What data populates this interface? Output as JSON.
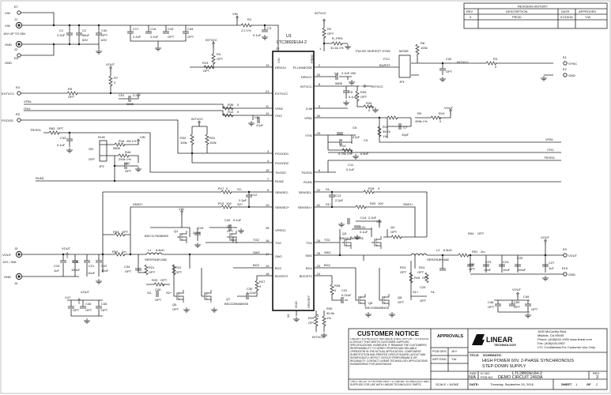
{
  "ic": {
    "ref": "U1",
    "part": "LTC3892EUH-2",
    "top_pins": {
      "vin": "VIN",
      "vin_no": "22",
      "freq": "FREQ",
      "freq_no": "1"
    },
    "bottom_pins": {
      "gnd": "GND",
      "gnd_no": "33",
      "drvset": "DRVSET",
      "drvset_no": "14"
    },
    "left_pins": [
      {
        "no": "13",
        "name": "DRVUV"
      },
      {
        "no": "21",
        "name": "EXTVCC"
      },
      {
        "no": "11",
        "name": "VFB2"
      },
      {
        "no": "12",
        "name": "ITH2"
      },
      {
        "no": "3",
        "name": "PGOOD1"
      },
      {
        "no": "4",
        "name": "PGOOD2"
      },
      {
        "no": "15",
        "name": "TK/SS2"
      },
      {
        "no": "7",
        "name": "RUN2"
      },
      {
        "no": "9",
        "name": "SENSE2-"
      },
      {
        "no": "10",
        "name": "SENSE2+"
      },
      {
        "no": "28",
        "name": "VPRG1"
      },
      {
        "no": "16",
        "name": "TG2"
      },
      {
        "no": "17",
        "name": "SW2"
      },
      {
        "no": "19",
        "name": "BG2"
      },
      {
        "no": "18",
        "name": "BOOST2"
      }
    ],
    "right_pins": [
      {
        "no": "2",
        "name": "PLLIN/MODE"
      },
      {
        "no": "20",
        "name": "DRVCC"
      },
      {
        "no": "8",
        "name": "INTVCC"
      },
      {
        "no": "5",
        "name": "ILIM"
      },
      {
        "no": "30",
        "name": "VFB1"
      },
      {
        "no": "29",
        "name": "ITH1"
      },
      {
        "no": "6",
        "name": "TK/SS1"
      },
      {
        "no": "",
        "name": "RUN1"
      },
      {
        "no": "32",
        "name": "SENSE1-"
      },
      {
        "no": "31",
        "name": "SENSE1+"
      },
      {
        "no": "26",
        "name": "TG1"
      },
      {
        "no": "25",
        "name": "SW1"
      },
      {
        "no": "23",
        "name": "BG1"
      },
      {
        "no": "24",
        "name": "BOOST1"
      }
    ]
  },
  "connectors": {
    "E7": [
      "E7",
      "VIN"
    ],
    "J1": [
      "J1",
      "VIN",
      "16V UP TO 55V"
    ],
    "J2": [
      "J2",
      "GND"
    ],
    "E8": [
      "E8",
      "GND"
    ],
    "E4": [
      "E4",
      "EXTVCC"
    ],
    "E5": [
      "E5",
      "PGOOD"
    ],
    "J3": [
      "J3",
      "VOUT",
      "12V / 30A"
    ],
    "J4": [
      "J4",
      "GND"
    ],
    "E1": [
      "E1",
      "SYNC"
    ],
    "E2": [
      "E2",
      "GND"
    ],
    "E9": [
      "E9",
      "VOUT"
    ],
    "E10": [
      "E10",
      "GND"
    ]
  },
  "nets": {
    "vin": "VIN",
    "intvcc": "INTVCC",
    "vout": "VOUT",
    "vfb1": "VFB1",
    "ith1": "ITH1",
    "trss1": "TR/SS1",
    "run1": "RUN1",
    "sns2": "SNS2+",
    "sns1": "SNS1+",
    "tg2": "TG2",
    "sw2": "SW2",
    "bg2": "BG2",
    "tg1": "TG1",
    "sw1": "SW1",
    "bg1": "BG1",
    "s2m": "S2-",
    "s2p": "S2+",
    "s1m": "S1-",
    "s1p": "S1+"
  },
  "jumpers": {
    "jp1": {
      "ref": "JP1",
      "title": "MODE",
      "opt1": "PULSE SKIP/EXT SYNC",
      "opt2": "FCC",
      "opt3": "BURST"
    },
    "jp2": {
      "ref": "JP2",
      "title": "RUN",
      "on": "ON",
      "off": "OFF"
    }
  },
  "parts": {
    "C1": [
      "C1",
      "2.2uF"
    ],
    "C2": [
      "C2",
      "56uF",
      "63V"
    ],
    "C40": [
      "C40",
      "OPT",
      "63V"
    ],
    "C17": [
      "C17",
      "2.2uF"
    ],
    "C16": [
      "C16",
      "2.2uF"
    ],
    "C43": [
      "C43",
      "OPT"
    ],
    "C44": [
      "C44",
      "OPT"
    ],
    "R1": [
      "R1",
      "2.2 1%"
    ],
    "C3": [
      "C3",
      "0.1uF"
    ],
    "R2": [
      "R2",
      "OPT"
    ],
    "RPRG": [
      "R_PRG",
      "31.6k 1%"
    ],
    "R4": [
      "R4",
      "OPT"
    ],
    "R13": [
      "R13",
      "OPT"
    ],
    "R7": [
      "R7",
      "0"
    ],
    "R5": [
      "R5",
      "OPT"
    ],
    "C51": [
      "C51",
      "2.2uF",
      "0805"
    ],
    "R36": [
      "R36",
      "0"
    ],
    "R12": [
      "R12",
      "0"
    ],
    "C8": [
      "C8",
      "47pF"
    ],
    "R83": [
      "R83",
      "OPT"
    ],
    "C33": [
      "C33",
      "0.1uF"
    ],
    "R16": [
      "R16",
      "2M 1%",
      "0805"
    ],
    "R46": [
      "R46",
      "200k 1%"
    ],
    "C52": [
      "C52",
      "OPT"
    ],
    "R32": [
      "R32",
      "100k"
    ],
    "R31": [
      "R31",
      "100k"
    ],
    "R17": [
      "R17",
      "0"
    ],
    "C12": [
      "C12",
      "2.2pF"
    ],
    "R19": [
      "R19",
      "100"
    ],
    "R53": [
      "R53",
      "OPT"
    ],
    "R52": [
      "R52",
      "2m"
    ],
    "L1": [
      "L1",
      "6.8uH",
      "SER2918H-682"
    ],
    "C42": [
      "C42",
      "0.1uF"
    ],
    "C15": [
      "C15",
      "2.2uF"
    ],
    "Q1": [
      "Q1",
      "BSC117N08NS5"
    ],
    "Q2": [
      "Q2",
      "OPT"
    ],
    "C19": [
      "C19",
      "1uF"
    ],
    "C20": [
      "C20",
      "150uF"
    ],
    "C21": [
      "C21",
      "10uF"
    ],
    "C22": [
      "C22",
      "10uF"
    ],
    "C34": [
      "C34",
      "OPT"
    ],
    "R21": [
      "R21",
      "OPT"
    ],
    "R22": [
      "R22",
      "OPT"
    ],
    "R25": [
      "R25",
      "OPT"
    ],
    "C28": [
      "C28",
      "OPT"
    ],
    "Q5": [
      "Q5",
      "OPT"
    ],
    "Q7": [
      "Q7",
      "BSC026N08NS5"
    ],
    "C30": [
      "C30",
      "0.22uF"
    ],
    "R27": [
      "R27",
      "0"
    ],
    "C47": [
      "C47",
      "OPT"
    ],
    "C46": [
      "C46",
      "OPT"
    ],
    "C45": [
      "C45",
      "OPT"
    ],
    "C4": [
      "C4",
      "2.2uF 25V",
      "0805"
    ],
    "C5": [
      "C5",
      "0.1uF"
    ],
    "R33": [
      "R33",
      "OPT"
    ],
    "R34": [
      "R34",
      "0"
    ],
    "R8": [
      "R8",
      "100k"
    ],
    "R3": [
      "R3",
      "0"
    ],
    "C32": [
      "C32",
      "OPT"
    ],
    "R9": [
      "R9",
      "499k 1%"
    ],
    "R10": [
      "R10",
      "0"
    ],
    "R11": [
      "R11",
      "35.7k",
      "1%"
    ],
    "C7": [
      "C7",
      "10pF"
    ],
    "C6": [
      "C6",
      "47pF"
    ],
    "R14": [
      "R14",
      "9.76k 1%"
    ],
    "C9": [
      "C9",
      "6.8nF"
    ],
    "C11": [
      "C11",
      "0.1uF"
    ],
    "R18": [
      "R18",
      "0"
    ],
    "C13": [
      "C13",
      "2.2pF"
    ],
    "R20": [
      "R20",
      "100"
    ],
    "C14": [
      "C14",
      "2.2uF"
    ],
    "C41": [
      "C41",
      "0.1uF"
    ],
    "Q3": [
      "Q3",
      "BSC117N08NS5"
    ],
    "Q4": [
      "Q4",
      "OPT"
    ],
    "R54": [
      "R54",
      "OPT"
    ],
    "L2": [
      "L2",
      "6.8uH",
      "SER2918H-682"
    ],
    "R51": [
      "R51",
      "2m"
    ],
    "C35": [
      "C35",
      "OPT"
    ],
    "C23": [
      "C23",
      "10uF"
    ],
    "C24": [
      "C24",
      "10uF"
    ],
    "C25": [
      "C25",
      "150uF"
    ],
    "C27": [
      "C27",
      "1uF"
    ],
    "R23": [
      "R23",
      "OPT"
    ],
    "R24": [
      "R24",
      "OPT"
    ],
    "R26": [
      "R26",
      "OPT"
    ],
    "C29": [
      "C29",
      "OPT"
    ],
    "Q6": [
      "Q6",
      "BSC026N08NS5"
    ],
    "Q8": [
      "Q8",
      "OPT"
    ],
    "R28": [
      "R28",
      "0"
    ],
    "C31": [
      "C31",
      "0.22uF"
    ],
    "R29": [
      "R29",
      "OPT"
    ],
    "R30": [
      "R30",
      "90.9k",
      "1%"
    ],
    "C48": [
      "C48",
      "OPT"
    ],
    "C50": [
      "C50",
      "OPT"
    ],
    "C49": [
      "C49",
      "OPT"
    ]
  },
  "revision_history": {
    "title": "REVISION HISTORY",
    "headers": [
      "REV",
      "DESCRIPTION",
      "DATE",
      "APPROVED"
    ],
    "rows": [
      [
        "3",
        "PROD",
        "07/19/16",
        "Y.W."
      ]
    ]
  },
  "title_block": {
    "notice_title": "CUSTOMER NOTICE",
    "notice_text": "LINEAR TECHNOLOGY HAS MADE A BEST EFFORT TO DESIGN A CIRCUIT THAT MEETS CUSTOMER-SUPPLIED SPECIFICATIONS; HOWEVER, IT REMAINS THE CUSTOMER'S RESPONSIBILITY TO VERIFY PROPER AND RELIABLE OPERATION IN THE ACTUAL APPLICATION. COMPONENT SUBSTITUTION AND PRINTED CIRCUIT BOARD LAYOUT MAY SIGNIFICANTLY AFFECT CIRCUIT PERFORMANCE OR RELIABILITY. CONTACT LINEAR TECHNOLOGY APPLICATIONS ENGINEERING FOR ASSISTANCE.",
    "proprietary": "THIS CIRCUIT IS PROPRIETARY TO LINEAR TECHNOLOGY AND SUPPLIED FOR USE WITH LINEAR TECHNOLOGY PARTS.",
    "approvals": "APPROVALS",
    "pcb_des_label": "PCB DES.",
    "pcb_des_value": "JKY",
    "app_eng_label": "APP ENG.",
    "app_eng_value": "YW",
    "scale": "SCALE = NONE",
    "logo_text": "LINEAR",
    "logo_sub": "TECHNOLOGY",
    "address": [
      "1630 McCarthy Blvd.",
      "Milpitas, CA 95035",
      "Phone: (408)432-1900  www.linear.com",
      "Fax: (408)434-0507",
      "LTC Confidential-For Customer Use Only"
    ],
    "title_label": "TITLE:",
    "title_kind": "SCHEMATIC",
    "title_line1": "HIGH POWER 60V, 2-PHASE SYNCHRONOUS",
    "title_line2": "STEP-DOWN SUPPLY",
    "size_label": "SIZE",
    "size": "N/A",
    "icno_label": "IC NO.",
    "icno": "LTC3892EUH-2",
    "pcbno_label": "PCB NO.",
    "pcbno": "DEMO CIRCUIT 2493A",
    "rev_label": "REV.",
    "rev": "3",
    "date_label": "DATE:",
    "date": "Thursday, September 29, 2016",
    "sheet_label": "SHEET",
    "sheet": "1",
    "of_label": "OF",
    "of": "2"
  }
}
